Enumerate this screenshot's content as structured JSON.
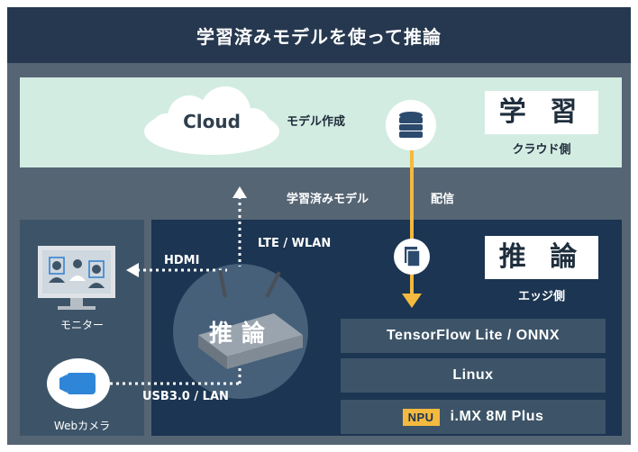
{
  "title": "学習済みモデルを使って推論",
  "cloud": {
    "label": "Cloud",
    "model_creation": "モデル作成",
    "learning_title": "学 習",
    "learning_subtitle": "クラウド側"
  },
  "transfer": {
    "trained_model": "学習済みモデル",
    "delivery": "配信"
  },
  "edge": {
    "inference_title": "推 論",
    "inference_subtitle": "エッジ側",
    "device_label": "推論",
    "connection_lte": "LTE / WLAN",
    "connection_hdmi": "HDMI",
    "connection_usb": "USB3.0 / LAN"
  },
  "devices": {
    "monitor_label": "モニター",
    "camera_label": "Webカメラ"
  },
  "stack": {
    "layer1": "TensorFlow Lite / ONNX",
    "layer2": "Linux",
    "npu_badge": "NPU",
    "layer3": "i.MX 8M Plus"
  },
  "colors": {
    "title_bar": "#26384f",
    "frame": "#566574",
    "cloud_panel": "#d3ece2",
    "edge_panel": "#1b3552",
    "accent_orange": "#f4b93f",
    "db_blue": "#2c4a6e"
  },
  "icons": [
    "cloud-icon",
    "database-icon",
    "document-icon",
    "monitor-icon",
    "camera-icon",
    "router-icon"
  ]
}
